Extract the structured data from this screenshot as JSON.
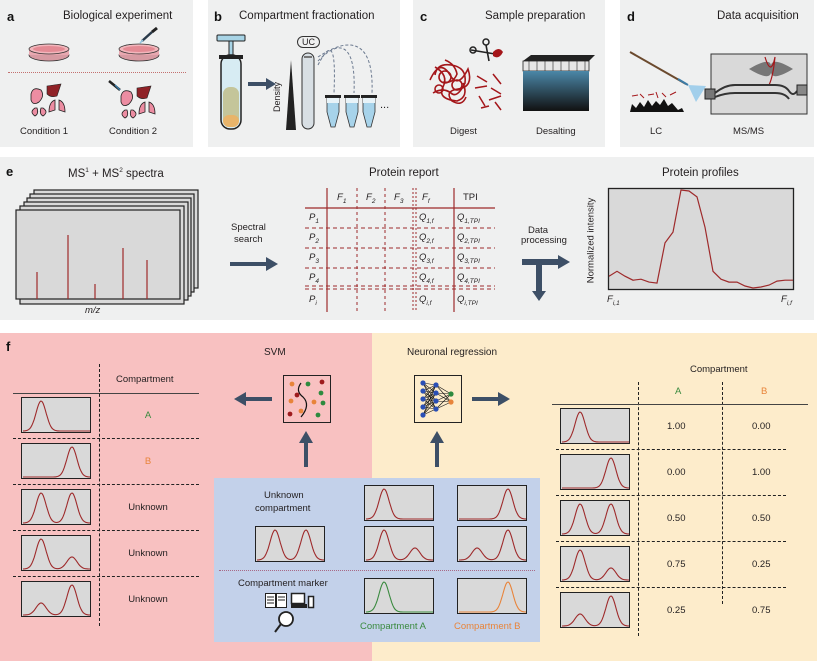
{
  "panels": {
    "a": {
      "label": "a",
      "title": "Biological experiment",
      "conditions": [
        "Condition 1",
        "Condition 2"
      ]
    },
    "b": {
      "label": "b",
      "title": "Compartment fractionation",
      "density_label": "Density",
      "uc_label": "UC",
      "ellipsis": "..."
    },
    "c": {
      "label": "c",
      "title": "Sample preparation",
      "steps": [
        "Digest",
        "Desalting"
      ]
    },
    "d": {
      "label": "d",
      "title": "Data acquisition",
      "steps": [
        "LC",
        "MS/MS"
      ]
    },
    "e": {
      "label": "e",
      "spectra_title_ms1": "MS",
      "spectra_title_sup1": "1",
      "spectra_title_plus": " + MS",
      "spectra_title_sup2": "2",
      "spectra_title_tail": " spectra",
      "spectra_xlabel": "m/z",
      "spectral_search": [
        "Spectral",
        "search"
      ],
      "report_title": "Protein report",
      "columns": [
        {
          "main": "F",
          "sub": "1"
        },
        {
          "main": "F",
          "sub": "2"
        },
        {
          "main": "F",
          "sub": "3"
        },
        {
          "main": "F",
          "sub": "f"
        },
        {
          "main": "TPI",
          "sub": ""
        }
      ],
      "rows": [
        {
          "p": "P",
          "psub": "1",
          "qf": "Q",
          "qfsub": "1,f",
          "qt": "Q",
          "qtsub": "1,TPI"
        },
        {
          "p": "P",
          "psub": "2",
          "qf": "Q",
          "qfsub": "2,f",
          "qt": "Q",
          "qtsub": "2,TPI"
        },
        {
          "p": "P",
          "psub": "3",
          "qf": "Q",
          "qfsub": "3,f",
          "qt": "Q",
          "qtsub": "3,TPI"
        },
        {
          "p": "P",
          "psub": "4",
          "qf": "Q",
          "qfsub": "4,f",
          "qt": "Q",
          "qtsub": "4,TPI"
        },
        {
          "p": "P",
          "psub": "i",
          "qf": "Q",
          "qfsub": "i,f",
          "qt": "Q",
          "qtsub": "i,TPI"
        }
      ],
      "data_processing": [
        "Data",
        "processing"
      ],
      "profiles_title": "Protein profiles",
      "profiles_ylabel": "Normalized intensity",
      "profiles_x_start": {
        "main": "F",
        "sub": "i,1"
      },
      "profiles_x_end": {
        "main": "F",
        "sub": "i,f"
      }
    },
    "f": {
      "label": "f",
      "svm_title": "SVM",
      "nn_title": "Neuronal regression",
      "left_table": {
        "header": "Compartment",
        "rows": [
          {
            "profile": "A-only",
            "value": "A",
            "color": "#3a8a3f"
          },
          {
            "profile": "B-only",
            "value": "B",
            "color": "#e8843a"
          },
          {
            "profile": "A+B equal",
            "value": "Unknown",
            "color": "#231f20"
          },
          {
            "profile": "A high B low",
            "value": "Unknown",
            "color": "#231f20"
          },
          {
            "profile": "A low B high",
            "value": "Unknown",
            "color": "#231f20"
          }
        ]
      },
      "right_table": {
        "header": "Compartment",
        "columns": [
          {
            "label": "A",
            "color": "#3a8a3f"
          },
          {
            "label": "B",
            "color": "#e8843a"
          }
        ],
        "rows": [
          {
            "profile": "A-only",
            "a": "1.00",
            "b": "0.00"
          },
          {
            "profile": "B-only",
            "a": "0.00",
            "b": "1.00"
          },
          {
            "profile": "A+B equal",
            "a": "0.50",
            "b": "0.50"
          },
          {
            "profile": "A high B low",
            "a": "0.75",
            "b": "0.25"
          },
          {
            "profile": "A low B high",
            "a": "0.25",
            "b": "0.75"
          }
        ]
      },
      "input_box": {
        "unknown_label": [
          "Unknown",
          "compartment"
        ],
        "marker_label": "Compartment marker",
        "marker_a": "Compartment A",
        "marker_b": "Compartment B"
      }
    }
  },
  "colors": {
    "panel_bg": "#eff0f0",
    "pink_bg": "#f8c1c1",
    "yellow_bg": "#fdeccb",
    "blue_bg": "#c3d1ea",
    "curve_red": "#9e2a2b",
    "green": "#3a8a3f",
    "orange": "#e8843a",
    "arrow": "#3d4f66"
  }
}
